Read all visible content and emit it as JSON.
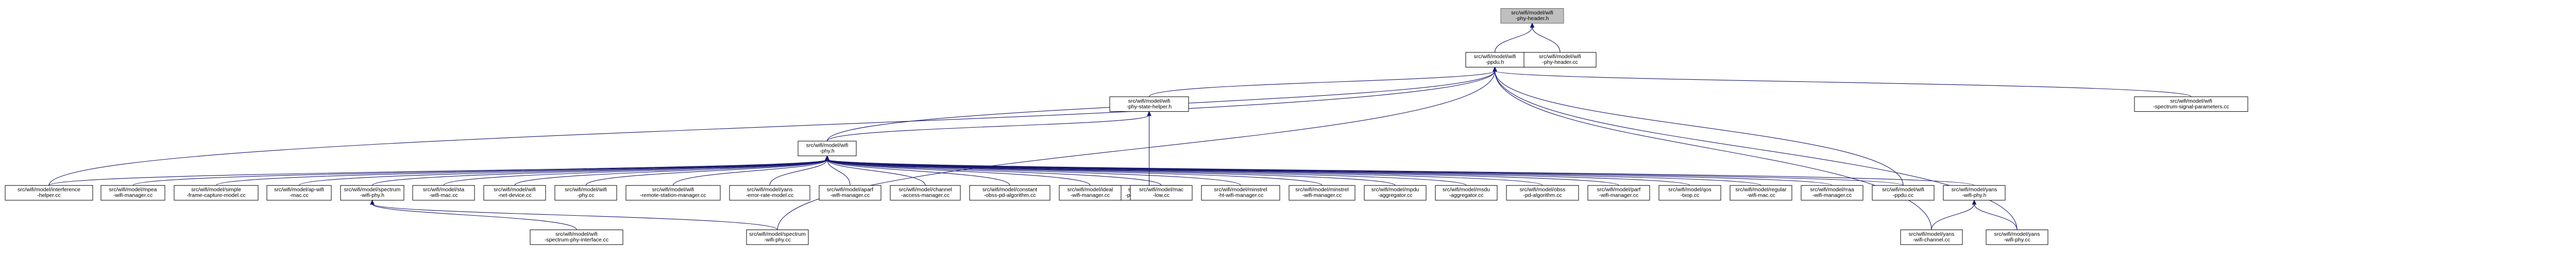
{
  "graph": {
    "nodes": [
      {
        "id": "root",
        "lines": [
          "src/wifi/model/wifi",
          "-phy-header.h"
        ],
        "highlight": true
      },
      {
        "id": "ppdu_h",
        "lines": [
          "src/wifi/model/wifi",
          "-ppdu.h"
        ]
      },
      {
        "id": "phy_header_cc",
        "lines": [
          "src/wifi/model/wifi",
          "-phy-header.cc"
        ]
      },
      {
        "id": "state_helper_h",
        "lines": [
          "src/wifi/model/wifi",
          "-phy-state-helper.h"
        ]
      },
      {
        "id": "spectrum_params",
        "lines": [
          "src/wifi/model/wifi",
          "-spectrum-signal-parameters.cc"
        ]
      },
      {
        "id": "wifi_phy_h",
        "lines": [
          "src/wifi/model/wifi",
          "-phy.h"
        ]
      },
      {
        "id": "state_helper_cc",
        "lines": [
          "src/wifi/model/wifi",
          "-phy-state-helper.cc"
        ]
      },
      {
        "id": "interference",
        "lines": [
          "src/wifi/model/interference",
          "-helper.cc"
        ]
      },
      {
        "id": "mpea",
        "lines": [
          "src/wifi/model/mpea",
          "-wifi-manager.cc"
        ]
      },
      {
        "id": "simple_frame",
        "lines": [
          "src/wifi/model/simple",
          "-frame-capture-model.cc"
        ]
      },
      {
        "id": "ap_wifi_mac",
        "lines": [
          "src/wifi/model/ap-wifi",
          "-mac.cc"
        ]
      },
      {
        "id": "spectrum_phy_h",
        "lines": [
          "src/wifi/model/spectrum",
          "-wifi-phy.h"
        ]
      },
      {
        "id": "sta_mac",
        "lines": [
          "src/wifi/model/sta",
          "-wifi-mac.cc"
        ]
      },
      {
        "id": "net_device",
        "lines": [
          "src/wifi/model/wifi",
          "-net-device.cc"
        ]
      },
      {
        "id": "wifi_phy_cc",
        "lines": [
          "src/wifi/model/wifi",
          "-phy.cc"
        ]
      },
      {
        "id": "remote_station",
        "lines": [
          "src/wifi/model/wifi",
          "-remote-station-manager.cc"
        ]
      },
      {
        "id": "yans_error",
        "lines": [
          "src/wifi/model/yans",
          "-error-rate-model.cc"
        ]
      },
      {
        "id": "aparf",
        "lines": [
          "src/wifi/model/aparf",
          "-wifi-manager.cc"
        ]
      },
      {
        "id": "channel_access",
        "lines": [
          "src/wifi/model/channel",
          "-access-manager.cc"
        ]
      },
      {
        "id": "constant_obss",
        "lines": [
          "src/wifi/model/constant",
          "-obss-pd-algorithm.cc"
        ]
      },
      {
        "id": "ideal",
        "lines": [
          "src/wifi/model/ideal",
          "-wifi-manager.cc"
        ]
      },
      {
        "id": "mac_low",
        "lines": [
          "src/wifi/model/mac",
          "-low.cc"
        ]
      },
      {
        "id": "minstrel_ht",
        "lines": [
          "src/wifi/model/minstrel",
          "-ht-wifi-manager.cc"
        ]
      },
      {
        "id": "minstrel",
        "lines": [
          "src/wifi/model/minstrel",
          "-wifi-manager.cc"
        ]
      },
      {
        "id": "mpdu_agg",
        "lines": [
          "src/wifi/model/mpdu",
          "-aggregator.cc"
        ]
      },
      {
        "id": "msdu_agg",
        "lines": [
          "src/wifi/model/msdu",
          "-aggregator.cc"
        ]
      },
      {
        "id": "obss_pd",
        "lines": [
          "src/wifi/model/obss",
          "-pd-algorithm.cc"
        ]
      },
      {
        "id": "parf",
        "lines": [
          "src/wifi/model/parf",
          "-wifi-manager.cc"
        ]
      },
      {
        "id": "qos_txop",
        "lines": [
          "src/wifi/model/qos",
          "-txop.cc"
        ]
      },
      {
        "id": "regular",
        "lines": [
          "src/wifi/model/regular",
          "-wifi-mac.cc"
        ]
      },
      {
        "id": "rraa",
        "lines": [
          "src/wifi/model/rraa",
          "-wifi-manager.cc"
        ]
      },
      {
        "id": "ppdu_cc",
        "lines": [
          "src/wifi/model/wifi",
          "-ppdu.cc"
        ]
      },
      {
        "id": "yans_phy_h",
        "lines": [
          "src/wifi/model/yans",
          "-wifi-phy.h"
        ]
      },
      {
        "id": "spectrum_iface",
        "lines": [
          "src/wifi/model/wifi",
          "-spectrum-phy-interface.cc"
        ]
      },
      {
        "id": "spectrum_phy_cc",
        "lines": [
          "src/wifi/model/spectrum",
          "-wifi-phy.cc"
        ]
      },
      {
        "id": "yans_channel",
        "lines": [
          "src/wifi/model/yans",
          "-wifi-channel.cc"
        ]
      },
      {
        "id": "yans_phy_cc",
        "lines": [
          "src/wifi/model/yans",
          "-wifi-phy.cc"
        ]
      }
    ],
    "edges": [
      [
        "root",
        "ppdu_h"
      ],
      [
        "root",
        "phy_header_cc"
      ],
      [
        "ppdu_h",
        "state_helper_h"
      ],
      [
        "ppdu_h",
        "spectrum_params"
      ],
      [
        "ppdu_h",
        "wifi_phy_h"
      ],
      [
        "ppdu_h",
        "interference"
      ],
      [
        "ppdu_h",
        "ppdu_cc"
      ],
      [
        "ppdu_h",
        "spectrum_phy_cc"
      ],
      [
        "ppdu_h",
        "yans_channel"
      ],
      [
        "ppdu_h",
        "yans_phy_cc"
      ],
      [
        "state_helper_h",
        "wifi_phy_h"
      ],
      [
        "state_helper_h",
        "state_helper_cc"
      ],
      [
        "wifi_phy_h",
        "interference"
      ],
      [
        "wifi_phy_h",
        "mpea"
      ],
      [
        "wifi_phy_h",
        "simple_frame"
      ],
      [
        "wifi_phy_h",
        "ap_wifi_mac"
      ],
      [
        "wifi_phy_h",
        "spectrum_phy_h"
      ],
      [
        "wifi_phy_h",
        "sta_mac"
      ],
      [
        "wifi_phy_h",
        "net_device"
      ],
      [
        "wifi_phy_h",
        "wifi_phy_cc"
      ],
      [
        "wifi_phy_h",
        "remote_station"
      ],
      [
        "wifi_phy_h",
        "yans_error"
      ],
      [
        "wifi_phy_h",
        "aparf"
      ],
      [
        "wifi_phy_h",
        "channel_access"
      ],
      [
        "wifi_phy_h",
        "constant_obss"
      ],
      [
        "wifi_phy_h",
        "ideal"
      ],
      [
        "wifi_phy_h",
        "mac_low"
      ],
      [
        "wifi_phy_h",
        "minstrel_ht"
      ],
      [
        "wifi_phy_h",
        "minstrel"
      ],
      [
        "wifi_phy_h",
        "mpdu_agg"
      ],
      [
        "wifi_phy_h",
        "msdu_agg"
      ],
      [
        "wifi_phy_h",
        "obss_pd"
      ],
      [
        "wifi_phy_h",
        "parf"
      ],
      [
        "wifi_phy_h",
        "qos_txop"
      ],
      [
        "wifi_phy_h",
        "regular"
      ],
      [
        "wifi_phy_h",
        "rraa"
      ],
      [
        "wifi_phy_h",
        "ppdu_cc"
      ],
      [
        "wifi_phy_h",
        "yans_phy_h"
      ],
      [
        "spectrum_phy_h",
        "spectrum_iface"
      ],
      [
        "spectrum_phy_h",
        "spectrum_phy_cc"
      ],
      [
        "yans_phy_h",
        "yans_channel"
      ],
      [
        "yans_phy_h",
        "yans_phy_cc"
      ]
    ],
    "colors": {
      "edge": "#191970",
      "root_fill": "#bfbfbf",
      "node_fill": "#ffffff",
      "node_border": "#000000"
    }
  }
}
